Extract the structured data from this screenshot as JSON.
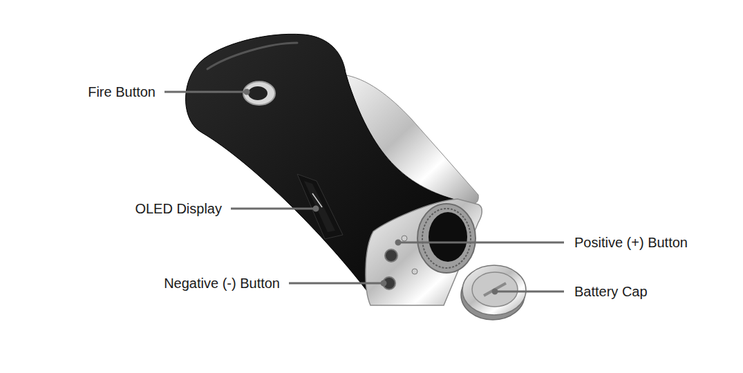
{
  "diagram": {
    "labels": [
      "Fire Button",
      "OLED Display",
      "Positive (+) Button",
      "Negative (-) Button",
      "Battery Cap"
    ]
  }
}
